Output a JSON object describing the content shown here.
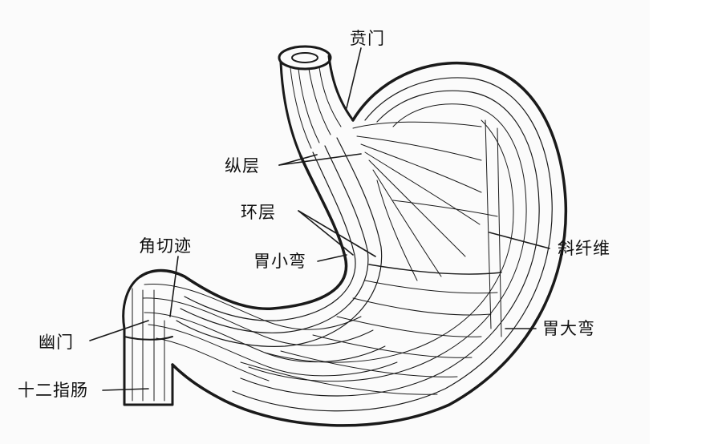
{
  "labels": {
    "cardia": "贲门",
    "longitudinal_layer": "纵层",
    "circular_layer": "环层",
    "oblique_fibers": "斜纤维",
    "angular_incisure": "角切迹",
    "lesser_curvature": "胃小弯",
    "pylorus": "幽门",
    "greater_curvature": "胃大弯",
    "duodenum": "十二指肠"
  },
  "colors": {
    "ink": "#1a1a1a",
    "paper": "#fbfbfb"
  }
}
